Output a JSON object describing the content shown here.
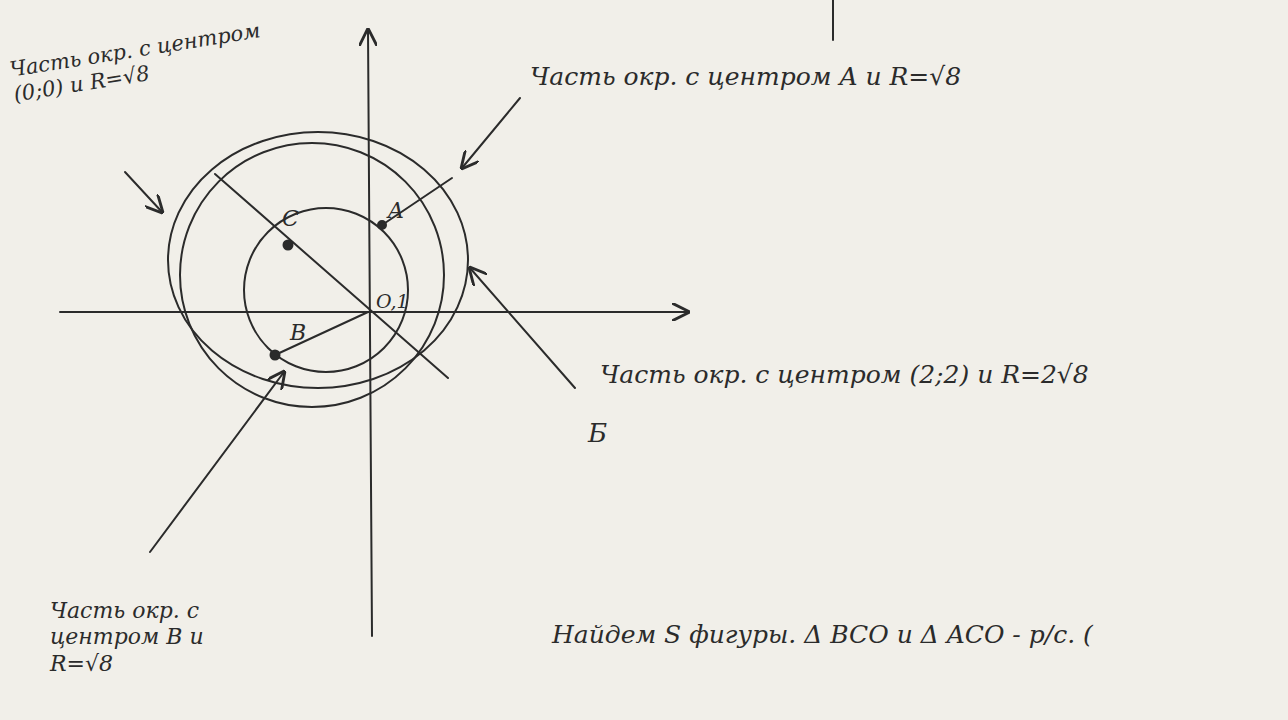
{
  "diagram": {
    "labels": [
      "Часть окр. с центром (0;0) и R=√8",
      "Часть окр. с центром A и R=√8",
      "Часть окр. с центром (2;2) и R=2√8",
      "Б",
      "Часть окр. с центром B и R=√8",
      "Найдем S фигуры. Δ BCO и Δ ACO - р/с. (",
      "C",
      "A",
      "B",
      "O,1"
    ]
  }
}
